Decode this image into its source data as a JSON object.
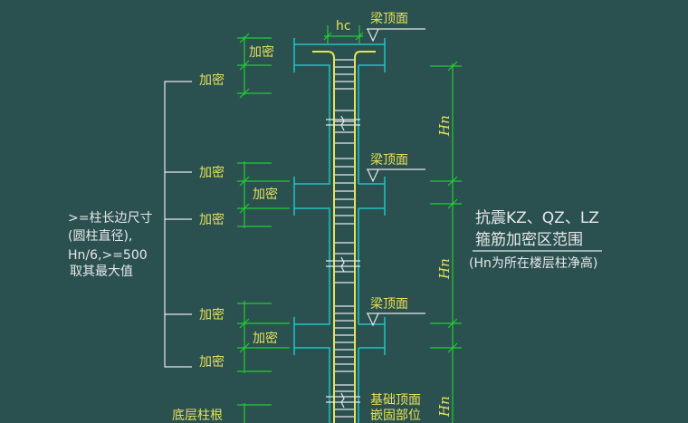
{
  "labels": {
    "hc": "hc",
    "beam_top_1": "梁顶面",
    "beam_top_2": "梁顶面",
    "beam_top_3": "梁顶面",
    "foundation_top": "基础顶面",
    "embedded_part": "嵌固部位",
    "bottom_column_root": "底层柱根",
    "hn": "Hn",
    "dense": "加密"
  },
  "rule_text": [
    ">=柱长边尺寸",
    "(圆柱直径),",
    "Hn/6,>=500",
    "取其最大值"
  ],
  "title": {
    "line1": "抗震KZ、QZ、LZ",
    "line2": "箍筋加密区范围",
    "note": "(Hn为所在楼层柱净高)"
  },
  "colors": {
    "background": "#2a5050",
    "concrete": "#1fc4c4",
    "rebar": "#e6e25a",
    "dimension": "#22cc33",
    "text": "#e8e8e8"
  }
}
